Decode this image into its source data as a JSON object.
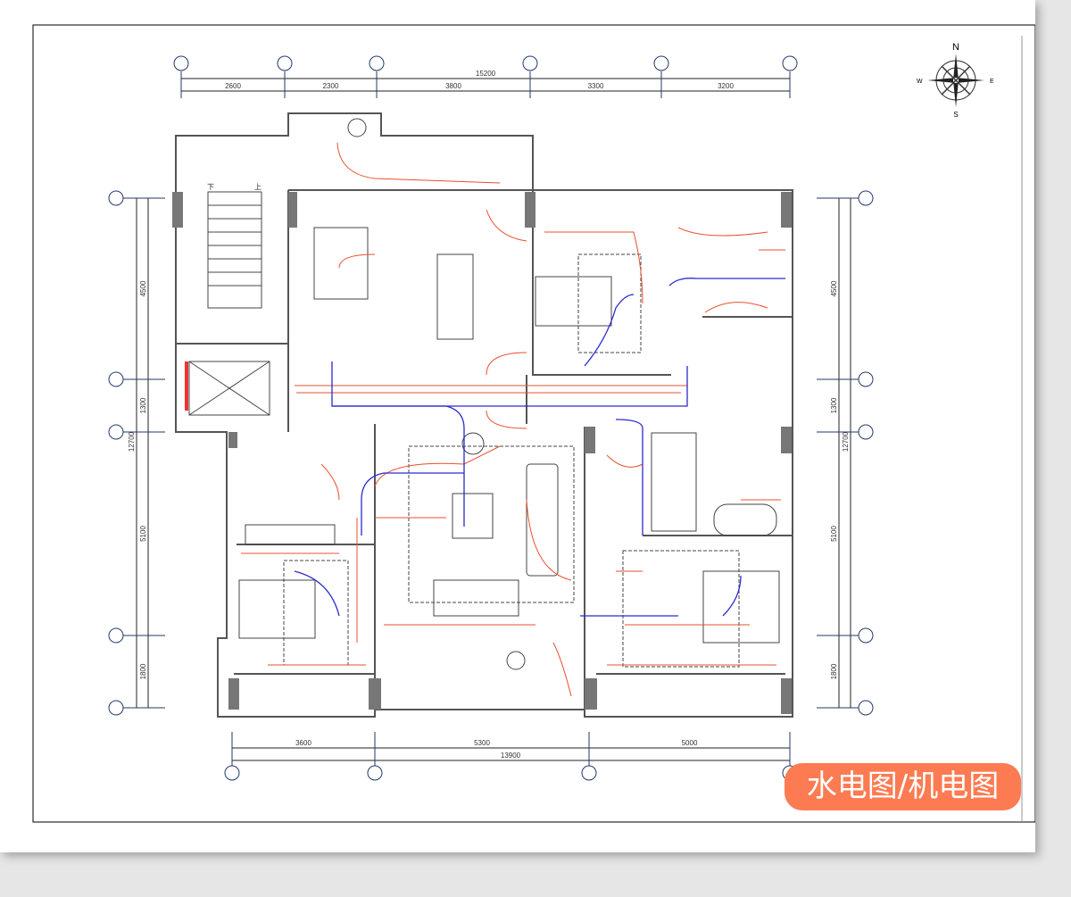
{
  "badge": {
    "label": "水电图/机电图",
    "color": "#fd7b52"
  },
  "compass": {
    "n": "N",
    "s": "S",
    "e": "E",
    "w": "W"
  },
  "stairs": {
    "down": "下",
    "up": "上"
  },
  "dimensions": {
    "top": {
      "total": "15200",
      "segments": [
        "2600",
        "2300",
        "3800",
        "3300",
        "3200"
      ]
    },
    "bottom": {
      "total": "13900",
      "segments": [
        "3600",
        "5300",
        "5000"
      ]
    },
    "left": {
      "total": "12700",
      "segments": [
        "4500",
        "1300",
        "5100",
        "1800"
      ]
    },
    "right": {
      "total": "12700",
      "segments": [
        "4500",
        "1300",
        "5100",
        "1800"
      ]
    }
  },
  "colors": {
    "wall": "#555555",
    "power_line": "#e8502c",
    "water_line": "#2a2ad0"
  }
}
